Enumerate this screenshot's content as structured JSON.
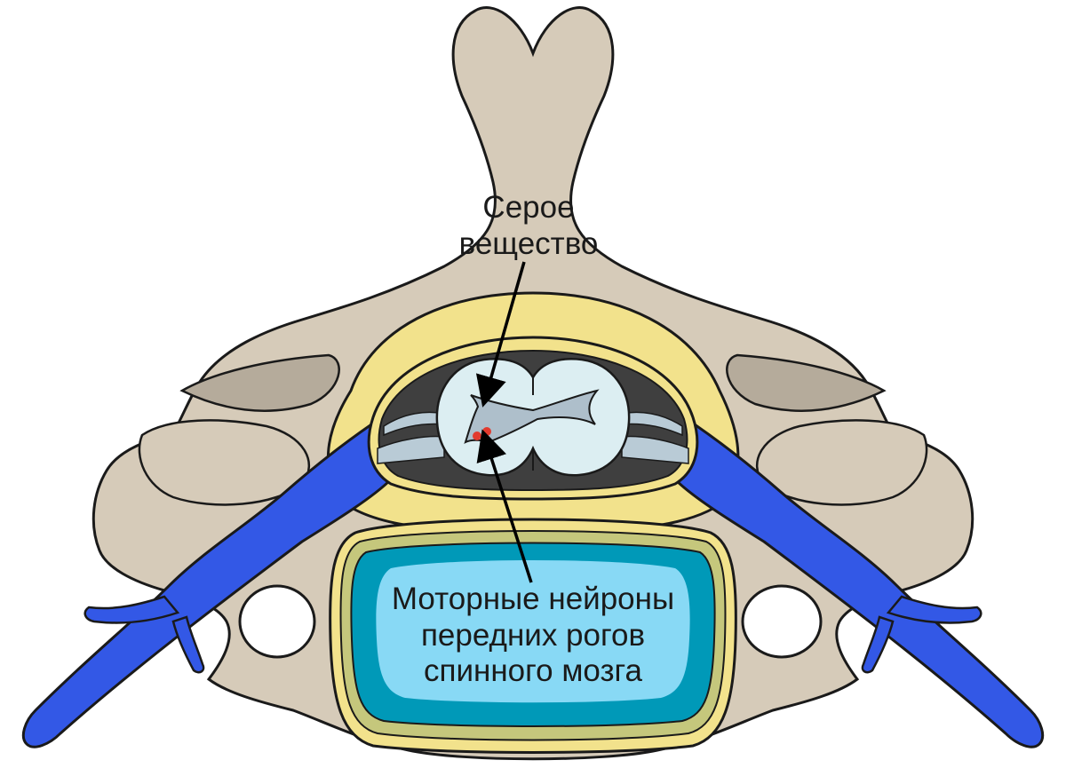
{
  "labels": {
    "gray_matter": [
      "Серое",
      "вещество"
    ],
    "motor_neurons": [
      "Моторные нейроны",
      "передних рогов",
      "спинного мозга"
    ]
  },
  "colors": {
    "bone": "#d6cbb9",
    "bone_shadow": "#b5ab9b",
    "fat_yellow": "#f2e28c",
    "disc_ring": "#c5c77c",
    "nerve_blue": "#3358e6",
    "dural_sac": "#3f3f3f",
    "csf_lightblue": "#b9cbd6",
    "white_matter": "#dceef2",
    "gray_matter_fill": "#aebfcb",
    "motor_neuron_red": "#e23a2e",
    "vertebral_body_teal": "#0099b8",
    "vertebral_body_inner": "#88d9f5"
  },
  "icons": [
    "arrow-icon"
  ]
}
